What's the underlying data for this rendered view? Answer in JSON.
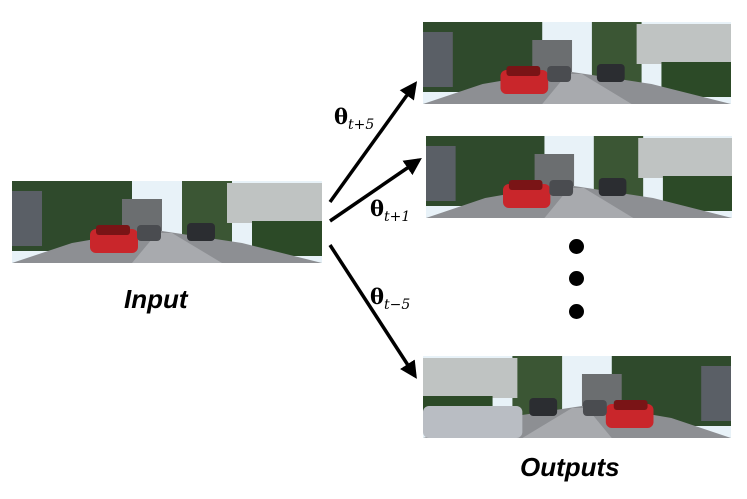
{
  "labels": {
    "input": "Input",
    "outputs": "Outputs"
  },
  "arrows": [
    {
      "symbol": "θ",
      "subscript": "t+5"
    },
    {
      "symbol": "θ",
      "subscript": "t+1"
    },
    {
      "symbol": "θ",
      "subscript": "t−5"
    }
  ],
  "colors": {
    "sky": "#e8f2f8",
    "tree": "#2f4a2c",
    "road": "#8d8f93",
    "car_red": "#c9262b",
    "arrow": "#000000"
  }
}
